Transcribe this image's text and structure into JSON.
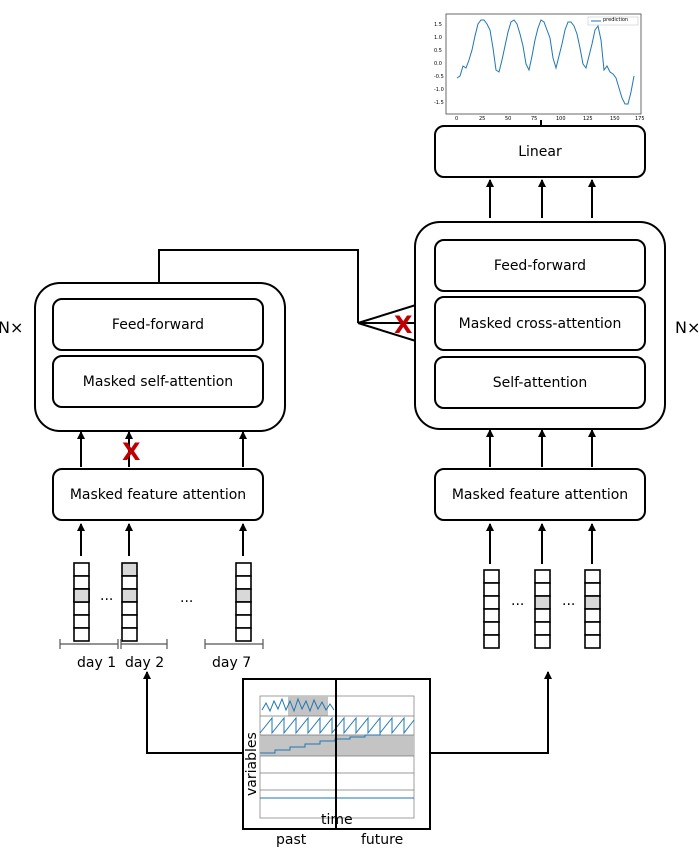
{
  "encoder": {
    "repeat": "N×",
    "blocks": [
      "Feed-forward",
      "Masked self-attention"
    ],
    "input_block": "Masked feature attention",
    "ellipsis": [
      "...",
      "..."
    ]
  },
  "decoder": {
    "repeat": "N×",
    "blocks": [
      "Feed-forward",
      "Masked cross-attention",
      "Self-attention"
    ],
    "output_block": "Linear",
    "input_block": "Masked feature attention",
    "ellipsis": [
      "...",
      "..."
    ]
  },
  "mask_mark": "X",
  "days": [
    "day 1",
    "day 2",
    "day 7"
  ],
  "input_plot": {
    "ylabel": "variables",
    "xlabel": "time",
    "segments": [
      "past",
      "future"
    ]
  },
  "prediction_plot": {
    "legend": "prediction",
    "x_ticks": [
      "0",
      "25",
      "50",
      "75",
      "100",
      "125",
      "150",
      "175"
    ],
    "y_ticks": [
      "1.5",
      "1.0",
      "0.5",
      "0.0",
      "-0.5",
      "-1.0",
      "-1.5"
    ],
    "colors": {
      "line": "#1f77b4"
    }
  }
}
